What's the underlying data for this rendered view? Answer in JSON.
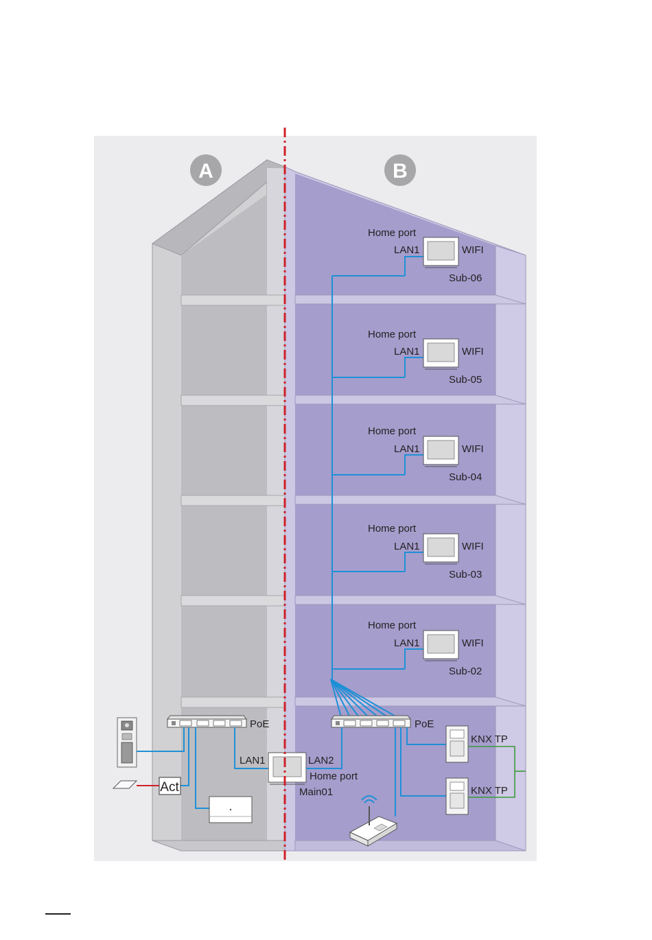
{
  "zones": {
    "a": "A",
    "b": "B"
  },
  "floors": [
    {
      "name": "Sub-06",
      "home_port": "Home port",
      "lan": "LAN1",
      "wifi": "WIFI"
    },
    {
      "name": "Sub-05",
      "home_port": "Home port",
      "lan": "LAN1",
      "wifi": "WIFI"
    },
    {
      "name": "Sub-04",
      "home_port": "Home port",
      "lan": "LAN1",
      "wifi": "WIFI"
    },
    {
      "name": "Sub-03",
      "home_port": "Home port",
      "lan": "LAN1",
      "wifi": "WIFI"
    },
    {
      "name": "Sub-02",
      "home_port": "Home port",
      "lan": "LAN1",
      "wifi": "WIFI"
    }
  ],
  "ground": {
    "poe_left": "PoE",
    "poe_right": "PoE",
    "main_lan1": "LAN1",
    "main_lan2": "LAN2",
    "main_home_port": "Home port",
    "main_name": "Main01",
    "actuator": "Act",
    "knx_top": "KNX TP",
    "knx_bottom": "KNX TP"
  },
  "colors": {
    "cable": "#1e90d6",
    "knx_bus": "#3a9a3a",
    "divider": "#d0202a",
    "zone_b_fill": "#a59dcc",
    "zone_a_fill": "#c4c4c7"
  }
}
